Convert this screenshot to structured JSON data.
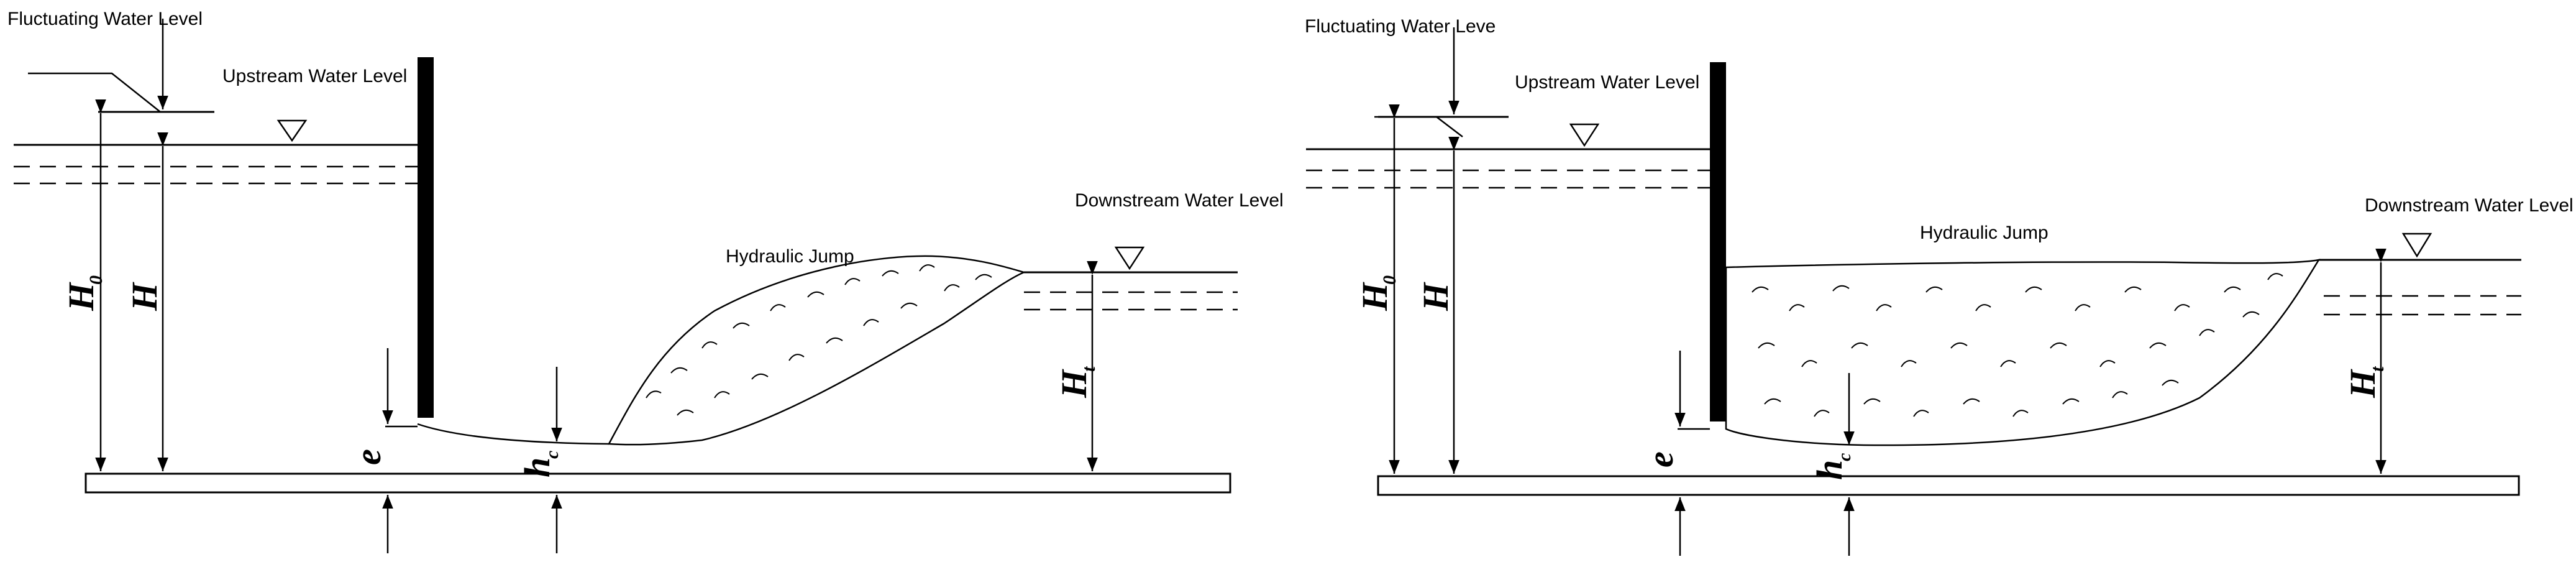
{
  "left_diagram": {
    "labels": {
      "fluctuating": "Fluctuating Water Level",
      "upstream": "Upstream Water Level",
      "downstream": "Downstream Water Level",
      "jump": "Hydraulic Jump"
    },
    "symbols": {
      "H0": "H",
      "H0_sub": "0",
      "H": "H",
      "Ht": "H",
      "Ht_sub": "t",
      "e": "e",
      "hc": "h",
      "hc_sub": "c"
    }
  },
  "right_diagram": {
    "labels": {
      "fluctuating": "Fluctuating Water Leve",
      "upstream": "Upstream Water Level",
      "downstream": "Downstream Water Level",
      "jump": "Hydraulic Jump"
    },
    "symbols": {
      "H0": "H",
      "H0_sub": "0",
      "H": "H",
      "Ht": "H",
      "Ht_sub": "t",
      "e": "e",
      "hc": "h",
      "hc_sub": "c"
    }
  }
}
